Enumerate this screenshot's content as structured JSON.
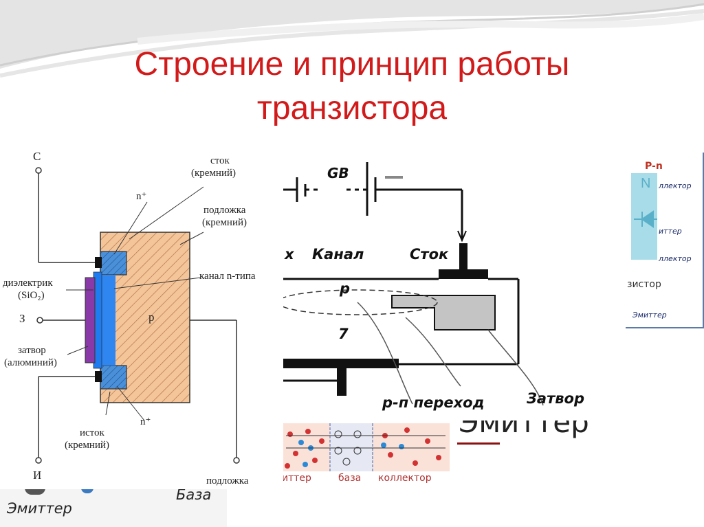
{
  "slide": {
    "title_line1": "Строение и принцип работы",
    "title_line2": "транзистора"
  },
  "mosfet": {
    "terminal_c": "С",
    "terminal_z": "З",
    "terminal_i": "И",
    "drain": "сток",
    "drain_material": "(кремний)",
    "n_plus_top": "n⁺",
    "substrate": "подложка",
    "substrate_material": "(кремний)",
    "channel": "канал n-типа",
    "dielectric": "диэлектрик",
    "dielectric_material": "(SiO₂)",
    "gate": "затвор",
    "gate_material": "(алюминий)",
    "p_region": "p",
    "n_plus_bottom": "n⁺",
    "source": "исток",
    "source_material": "(кремний)",
    "substrate_bottom": "подложка"
  },
  "sketch": {
    "battery": "GB",
    "channel": "Канал",
    "drain": "Сток",
    "channel_prefix": "х",
    "region_p": "р",
    "region_7": "7",
    "pn_junction": "р-п переход",
    "gate": "Затвор"
  },
  "bjt_right": {
    "n_letter": "N",
    "collector_1": "ллектор",
    "emitter_1": "иттер",
    "collector_2": "ллектор",
    "transistor": "зистор",
    "emitter_2": "Эмиттер",
    "top_cut": "P-n"
  },
  "bottom": {
    "emitter_big": "Эмиттер",
    "base": "База",
    "emitter_left": "Эмиттер",
    "zone_emitter": "иттер",
    "zone_base": "база",
    "zone_collector": "коллектор"
  },
  "colors": {
    "title": "#d21a1a",
    "p_region": "#f5c59a",
    "n_plus": "#4a90d9",
    "dielectric": "#1e7bf0",
    "gate": "#8a3aa8",
    "holes": "#d33232",
    "electrons": "#2a8ad8"
  }
}
